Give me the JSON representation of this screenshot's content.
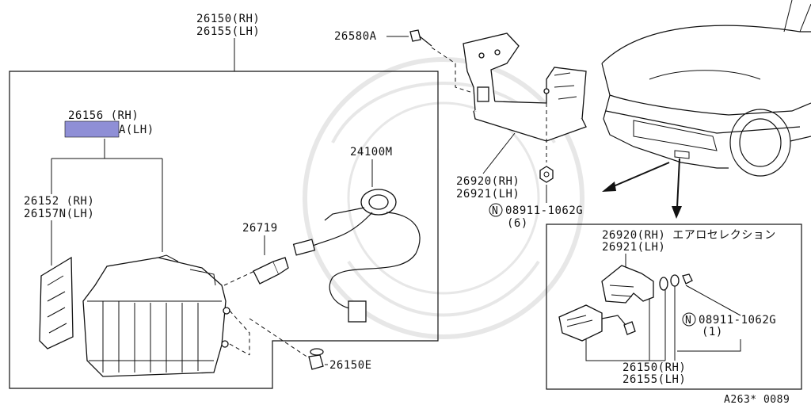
{
  "labels": {
    "fog_lamp_assy": [
      "26150(RH)",
      "26155(LH)"
    ],
    "bolt": "26580A",
    "rim": [
      "26156  (RH)",
      "A(LH)"
    ],
    "bracket_side": [
      "26152  (RH)",
      "26157N(LH)"
    ],
    "bulb": "26719",
    "harness": "24100M",
    "bracket": [
      "26920(RH)",
      "26921(LH)"
    ],
    "nut_main": [
      "08911-1062G",
      "(6)"
    ],
    "inset_bracket": [
      "26920(RH) エアロセレクション",
      "26921(LH)"
    ],
    "inset_nut": [
      "08911-1062G",
      "(1)"
    ],
    "inset_lamp": [
      "26150(RH)",
      "26155(LH)"
    ],
    "cap": "26150E",
    "nut_symbol": "N",
    "footer": "A263* 0089"
  },
  "colors": {
    "highlight": "#8f8fd6",
    "line": "#111111"
  }
}
